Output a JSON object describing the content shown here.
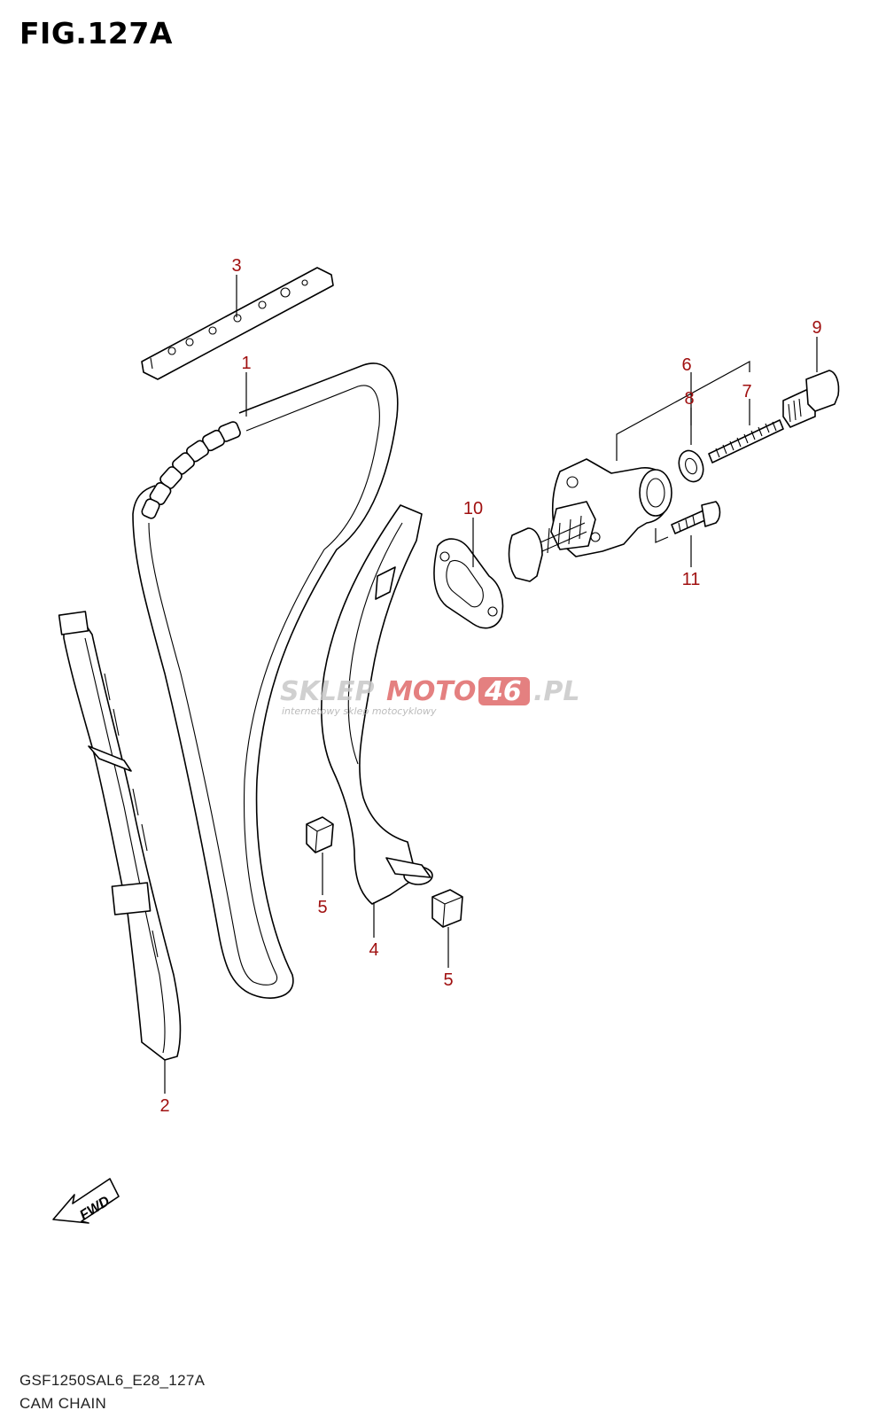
{
  "figure": {
    "title": "FIG.127A"
  },
  "callouts": [
    {
      "id": "1",
      "label": "1"
    },
    {
      "id": "2",
      "label": "2"
    },
    {
      "id": "3",
      "label": "3"
    },
    {
      "id": "4",
      "label": "4"
    },
    {
      "id": "5a",
      "label": "5"
    },
    {
      "id": "5b",
      "label": "5"
    },
    {
      "id": "6",
      "label": "6"
    },
    {
      "id": "7",
      "label": "7"
    },
    {
      "id": "8",
      "label": "8"
    },
    {
      "id": "9",
      "label": "9"
    },
    {
      "id": "10",
      "label": "10"
    },
    {
      "id": "11",
      "label": "11"
    }
  ],
  "direction_marker": {
    "label": "FWD"
  },
  "watermark": {
    "brand_part1": "SKLEP",
    "brand_part2": "MOTO",
    "brand_part3": "46",
    "brand_part4": ".PL",
    "tagline": "internetowy sklep motocyklowy"
  },
  "footer": {
    "model_code": "GSF1250SAL6_E28_127A",
    "section_name": "CAM CHAIN"
  },
  "colors": {
    "callout_number": "#a01010",
    "line_art": "#000000",
    "watermark_gray": "#c8c8c8",
    "watermark_red": "#e06b6b"
  }
}
